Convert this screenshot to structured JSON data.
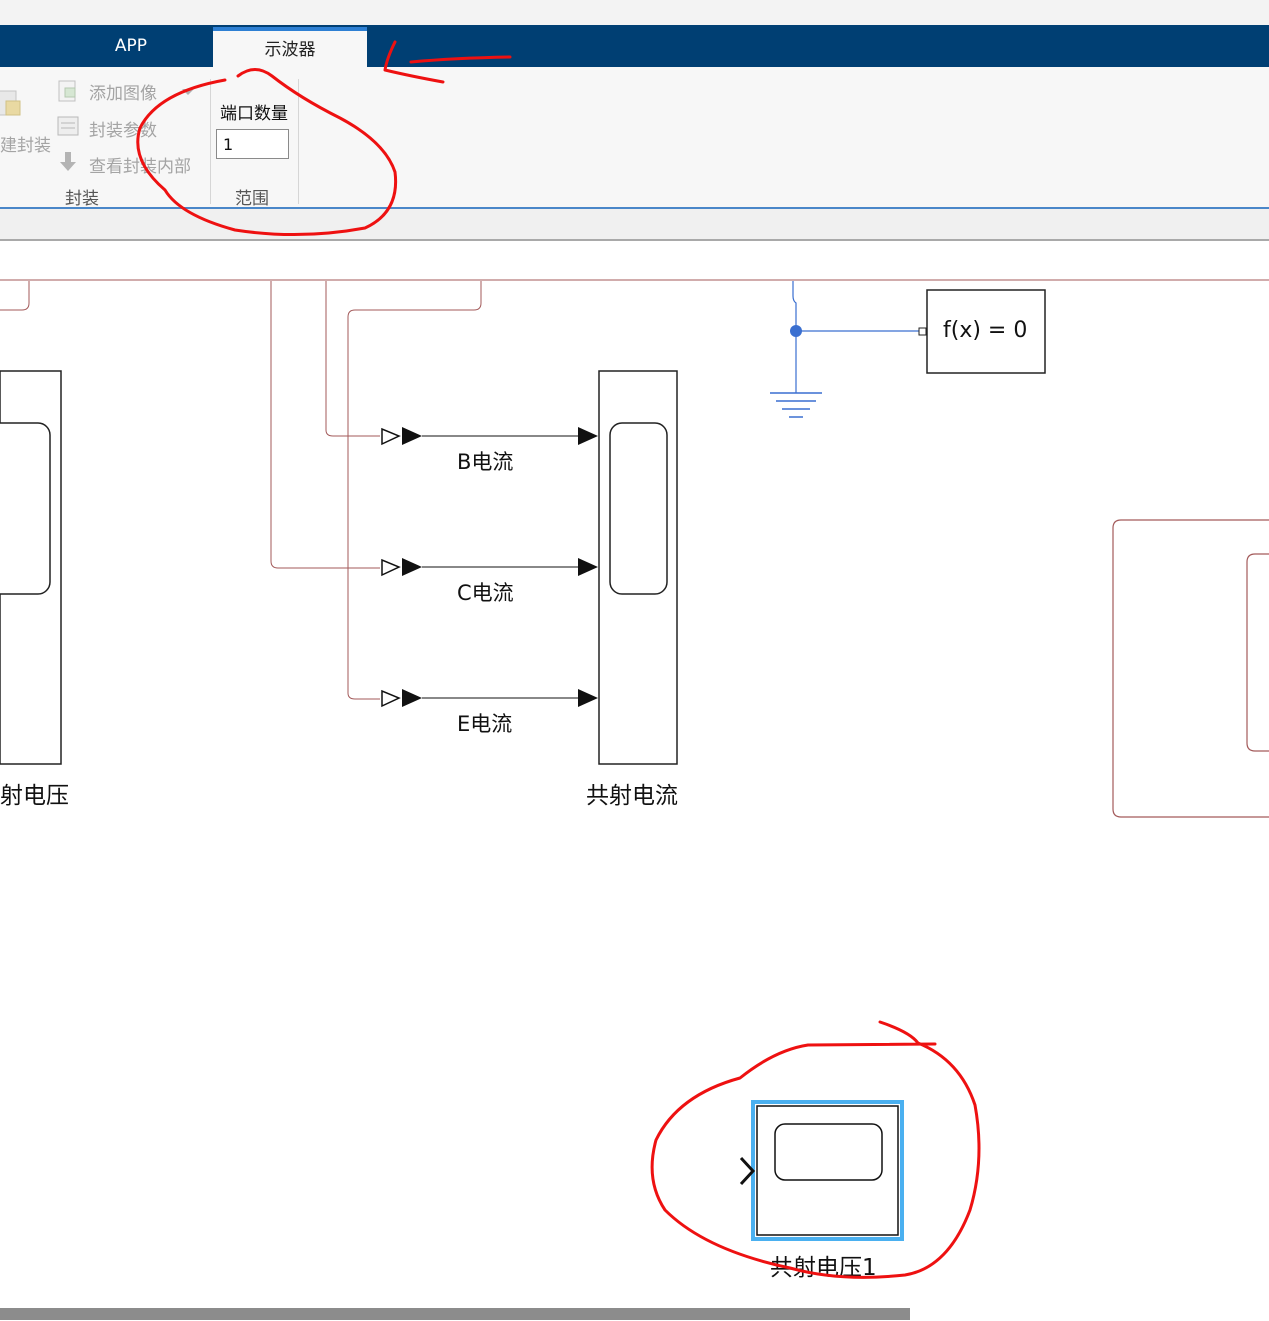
{
  "tabs": {
    "app": "APP",
    "scope": "示波器"
  },
  "ribbon": {
    "mask_group": {
      "create_mask_partial": "建封装",
      "add_image": "添加图像",
      "mask_params": "封装参数",
      "look_under_mask": "查看封装内部",
      "group_label": "封装"
    },
    "range_group": {
      "port_count_label": "端口数量",
      "port_count_value": "1",
      "group_label": "范围"
    }
  },
  "diagram": {
    "fx_block": "f(x) = 0",
    "signals": [
      "B电流",
      "C电流",
      "E电流"
    ],
    "left_scope_label": "射电压",
    "center_scope_label": "共射电流",
    "new_scope_label": "共射电压1"
  },
  "colors": {
    "tab_bar": "#003f73",
    "active_tab_accent": "#2d7fd3",
    "signal_line": "#a35a5a",
    "physical_line": "#3a6fd0",
    "selection": "#4ab0f0",
    "annotation": "#ee1111"
  }
}
